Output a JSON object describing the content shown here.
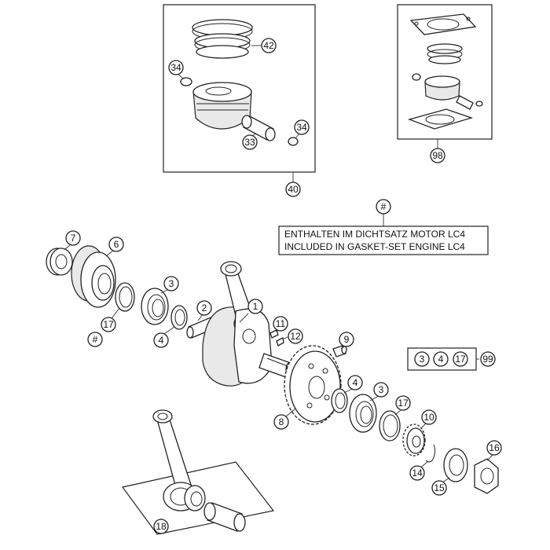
{
  "note": {
    "marker": "#",
    "line1": "ENTHALTEN IM DICHTSATZ MOTOR LC4",
    "line2": "INCLUDED IN GASKET-SET ENGINE LC4"
  },
  "callouts": {
    "c42": "42",
    "c34a": "34",
    "c34b": "34",
    "c33": "33",
    "c40": "40",
    "c98": "98",
    "c7": "7",
    "c6": "6",
    "c3a": "3",
    "c2": "2",
    "c1": "1",
    "c17a": "17",
    "c4a": "4",
    "c_hash": "#",
    "c11": "11",
    "c12": "12",
    "c9": "9",
    "c8": "8",
    "c4b": "4",
    "c3b": "3",
    "c17b": "17",
    "c10": "10",
    "c14": "14",
    "c15": "15",
    "c16": "16",
    "c18": "18"
  },
  "kit": {
    "i3": "3",
    "i4": "4",
    "i17": "17",
    "result": "99"
  }
}
